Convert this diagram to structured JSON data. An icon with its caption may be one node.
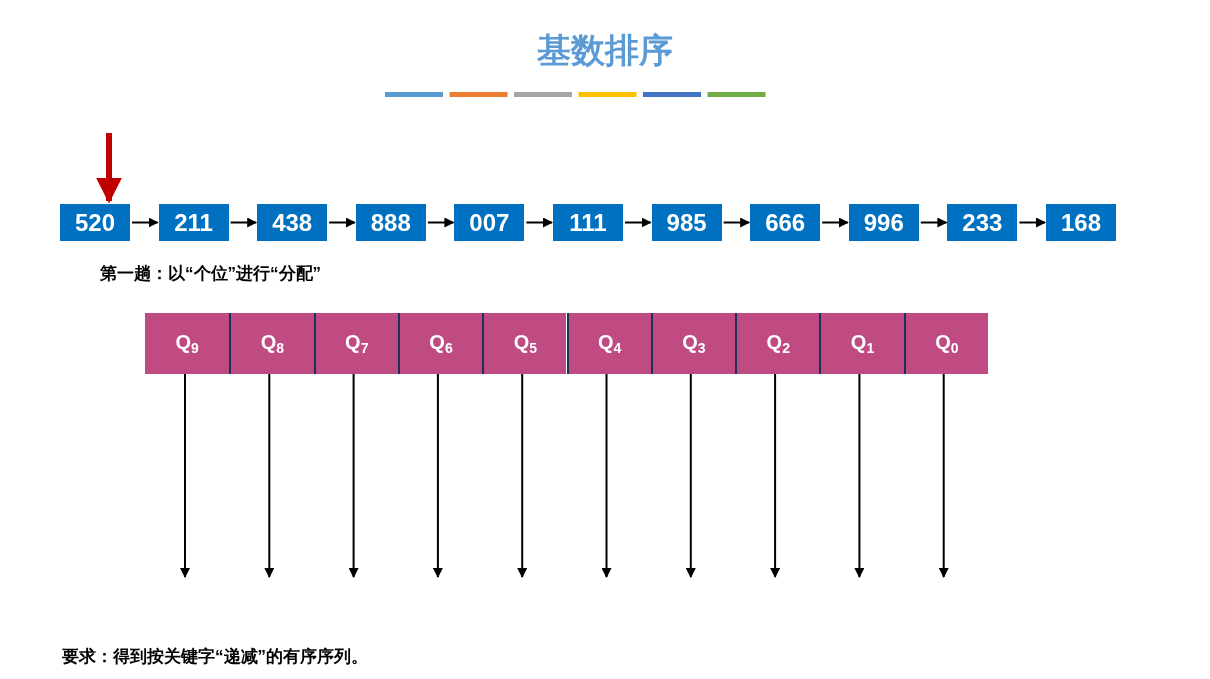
{
  "diagram": {
    "title": "基数排序",
    "nodes": [
      {
        "text": [
          "520"
        ]
      },
      {
        "text": [
          "211"
        ]
      },
      {
        "text": [
          "438"
        ]
      },
      {
        "text": [
          "888"
        ]
      },
      {
        "text": [
          "007"
        ]
      },
      {
        "text": [
          "111"
        ]
      },
      {
        "text": [
          "985"
        ]
      },
      {
        "text": [
          "666"
        ]
      },
      {
        "text": [
          "996"
        ]
      },
      {
        "text": [
          "233"
        ]
      },
      {
        "text": [
          "168"
        ]
      },
      {
        "text": [
          "Q$_{9}$"
        ]
      },
      {
        "text": [
          "Q$_{8}$"
        ]
      },
      {
        "text": [
          "Q$_{7}$"
        ]
      },
      {
        "text": [
          "Q$_{6}$"
        ]
      },
      {
        "text": [
          "Q$_{5}$"
        ]
      },
      {
        "text": [
          "Q$_{4}$"
        ]
      },
      {
        "text": [
          "Q$_{3}$"
        ]
      },
      {
        "text": [
          "Q$_{2}$"
        ]
      },
      {
        "text": [
          "Q$_{1}$"
        ]
      },
      {
        "text": [
          "Q$_{0}$"
        ]
      }
    ],
    "edges": [
      {
        "from": null,
        "to": 0,
        "arrow": "to",
        "style": "thick",
        "color": "#c00000"
      },
      {
        "from": 0,
        "to": 1,
        "arrow": "to"
      },
      {
        "from": 1,
        "to": 2,
        "arrow": "to"
      },
      {
        "from": 2,
        "to": 3,
        "arrow": "to"
      },
      {
        "from": 3,
        "to": 4,
        "arrow": "to"
      },
      {
        "from": 4,
        "to": 5,
        "arrow": "to"
      },
      {
        "from": 5,
        "to": 6,
        "arrow": "to"
      },
      {
        "from": 6,
        "to": 7,
        "arrow": "to"
      },
      {
        "from": 7,
        "to": 8,
        "arrow": "to"
      },
      {
        "from": 8,
        "to": 9,
        "arrow": "to"
      },
      {
        "from": 9,
        "to": 10,
        "arrow": "to"
      },
      {
        "from": 11,
        "to": null,
        "arrow": "to"
      },
      {
        "from": 12,
        "to": null,
        "arrow": "to"
      },
      {
        "from": 13,
        "to": null,
        "arrow": "to"
      },
      {
        "from": 14,
        "to": null,
        "arrow": "to"
      },
      {
        "from": 15,
        "to": null,
        "arrow": "to"
      },
      {
        "from": 16,
        "to": null,
        "arrow": "to"
      },
      {
        "from": 17,
        "to": null,
        "arrow": "to"
      },
      {
        "from": 18,
        "to": null,
        "arrow": "to"
      },
      {
        "from": 19,
        "to": null,
        "arrow": "to"
      },
      {
        "from": 20,
        "to": null,
        "arrow": "to"
      }
    ],
    "labels": [
      "第一趟：以“个位”进行“分配”",
      "要求：得到按关键字“递减”的有序序列。"
    ]
  }
}
